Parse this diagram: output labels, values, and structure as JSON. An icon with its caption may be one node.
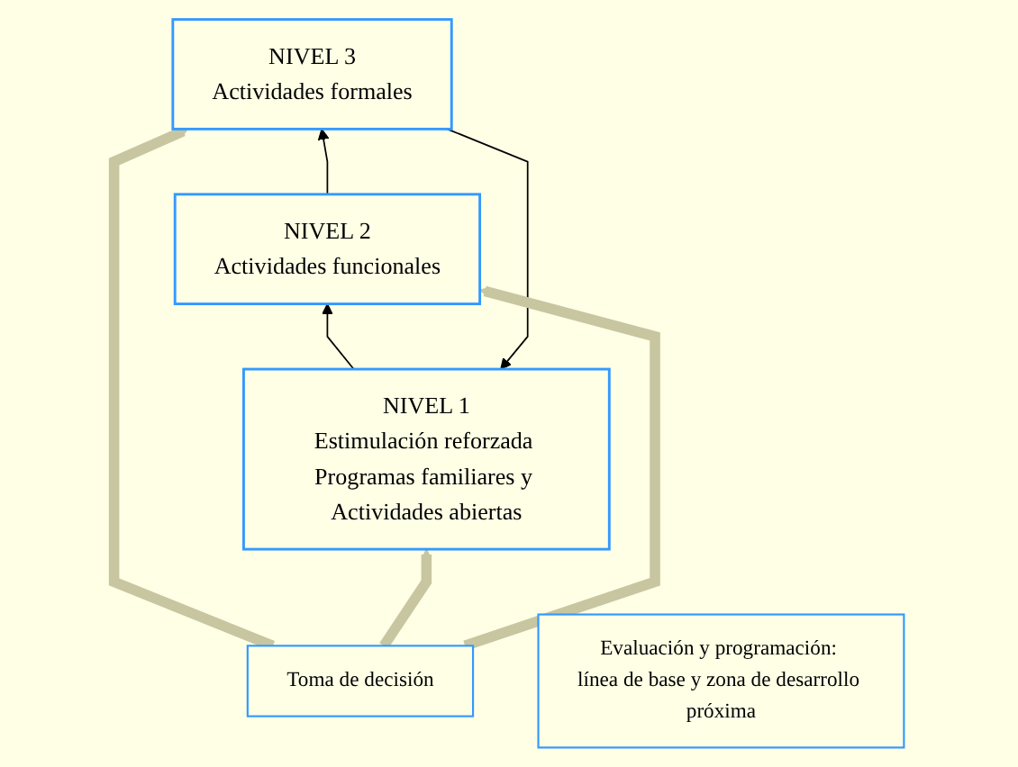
{
  "diagram": {
    "nodes": [
      {
        "text": [
          "NIVEL 1",
          "Estimulación reforzada Programas familiares y Actividades abiertas"
        ]
      },
      {
        "text": [
          "NIVEL 2",
          "Actividades funcionales"
        ]
      },
      {
        "text": [
          "NIVEL 3",
          "Actividades formales"
        ]
      },
      {
        "text": [
          "Toma de decisión"
        ]
      },
      {
        "text": [
          "Evaluación y programación: línea de base y zona de desarrollo próxima"
        ]
      }
    ],
    "edges": [
      {
        "from": 0,
        "to": 1,
        "arrow": "to"
      },
      {
        "from": 1,
        "to": 2,
        "arrow": "to"
      },
      {
        "from": 2,
        "to": 0,
        "arrow": "to"
      },
      {
        "from": 3,
        "to": 2,
        "arrow": "to",
        "style": "thick",
        "color": "#c8c6a0"
      },
      {
        "from": 3,
        "to": 0,
        "arrow": "to",
        "style": "thick",
        "color": "#c8c6a0"
      },
      {
        "from": 3,
        "to": 1,
        "arrow": "to",
        "style": "thick",
        "color": "#c8c6a0"
      }
    ]
  }
}
